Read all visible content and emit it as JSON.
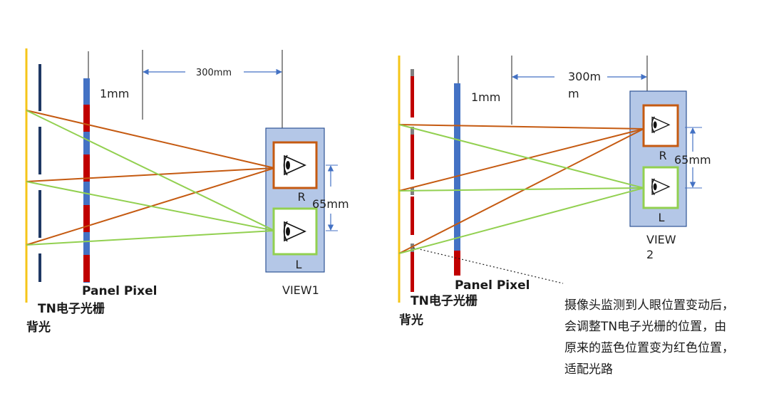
{
  "left_diagram": {
    "distance_label": "300mm",
    "gap_label": "1mm",
    "eye_spacing_label": "65mm",
    "right_eye_label": "R",
    "left_eye_label": "L",
    "view_label": "VIEW1",
    "panel_label": "Panel Pixel",
    "barrier_label": "TN电子光栅",
    "backlight_label": "背光"
  },
  "right_diagram": {
    "distance_label_line1": "300m",
    "distance_label_line2": "m",
    "gap_label": "1mm",
    "eye_spacing_label": "65mm",
    "right_eye_label": "R",
    "left_eye_label": "L",
    "view_label_line1": "VIEW",
    "view_label_line2": "2",
    "panel_label": "Panel Pixel",
    "barrier_label": "TN电子光栅",
    "backlight_label": "背光"
  },
  "note_lines": [
    "摄像头监测到人眼位置变动后，",
    "会调整TN电子光栅的位置，由",
    "原来的蓝色位置变为红色位置，",
    "适配光路"
  ],
  "colors": {
    "backlight": "#f5c518",
    "barrier_blue": "#1f3864",
    "barrier_red": "#c00000",
    "barrier_gray": "#808080",
    "pixel_blue": "#4472c4",
    "pixel_red": "#c00000",
    "ray_orange": "#c55a11",
    "ray_green": "#92d050",
    "view_fill": "#b4c7e7",
    "view_stroke": "#2f5597",
    "arrow": "#4472c4"
  }
}
